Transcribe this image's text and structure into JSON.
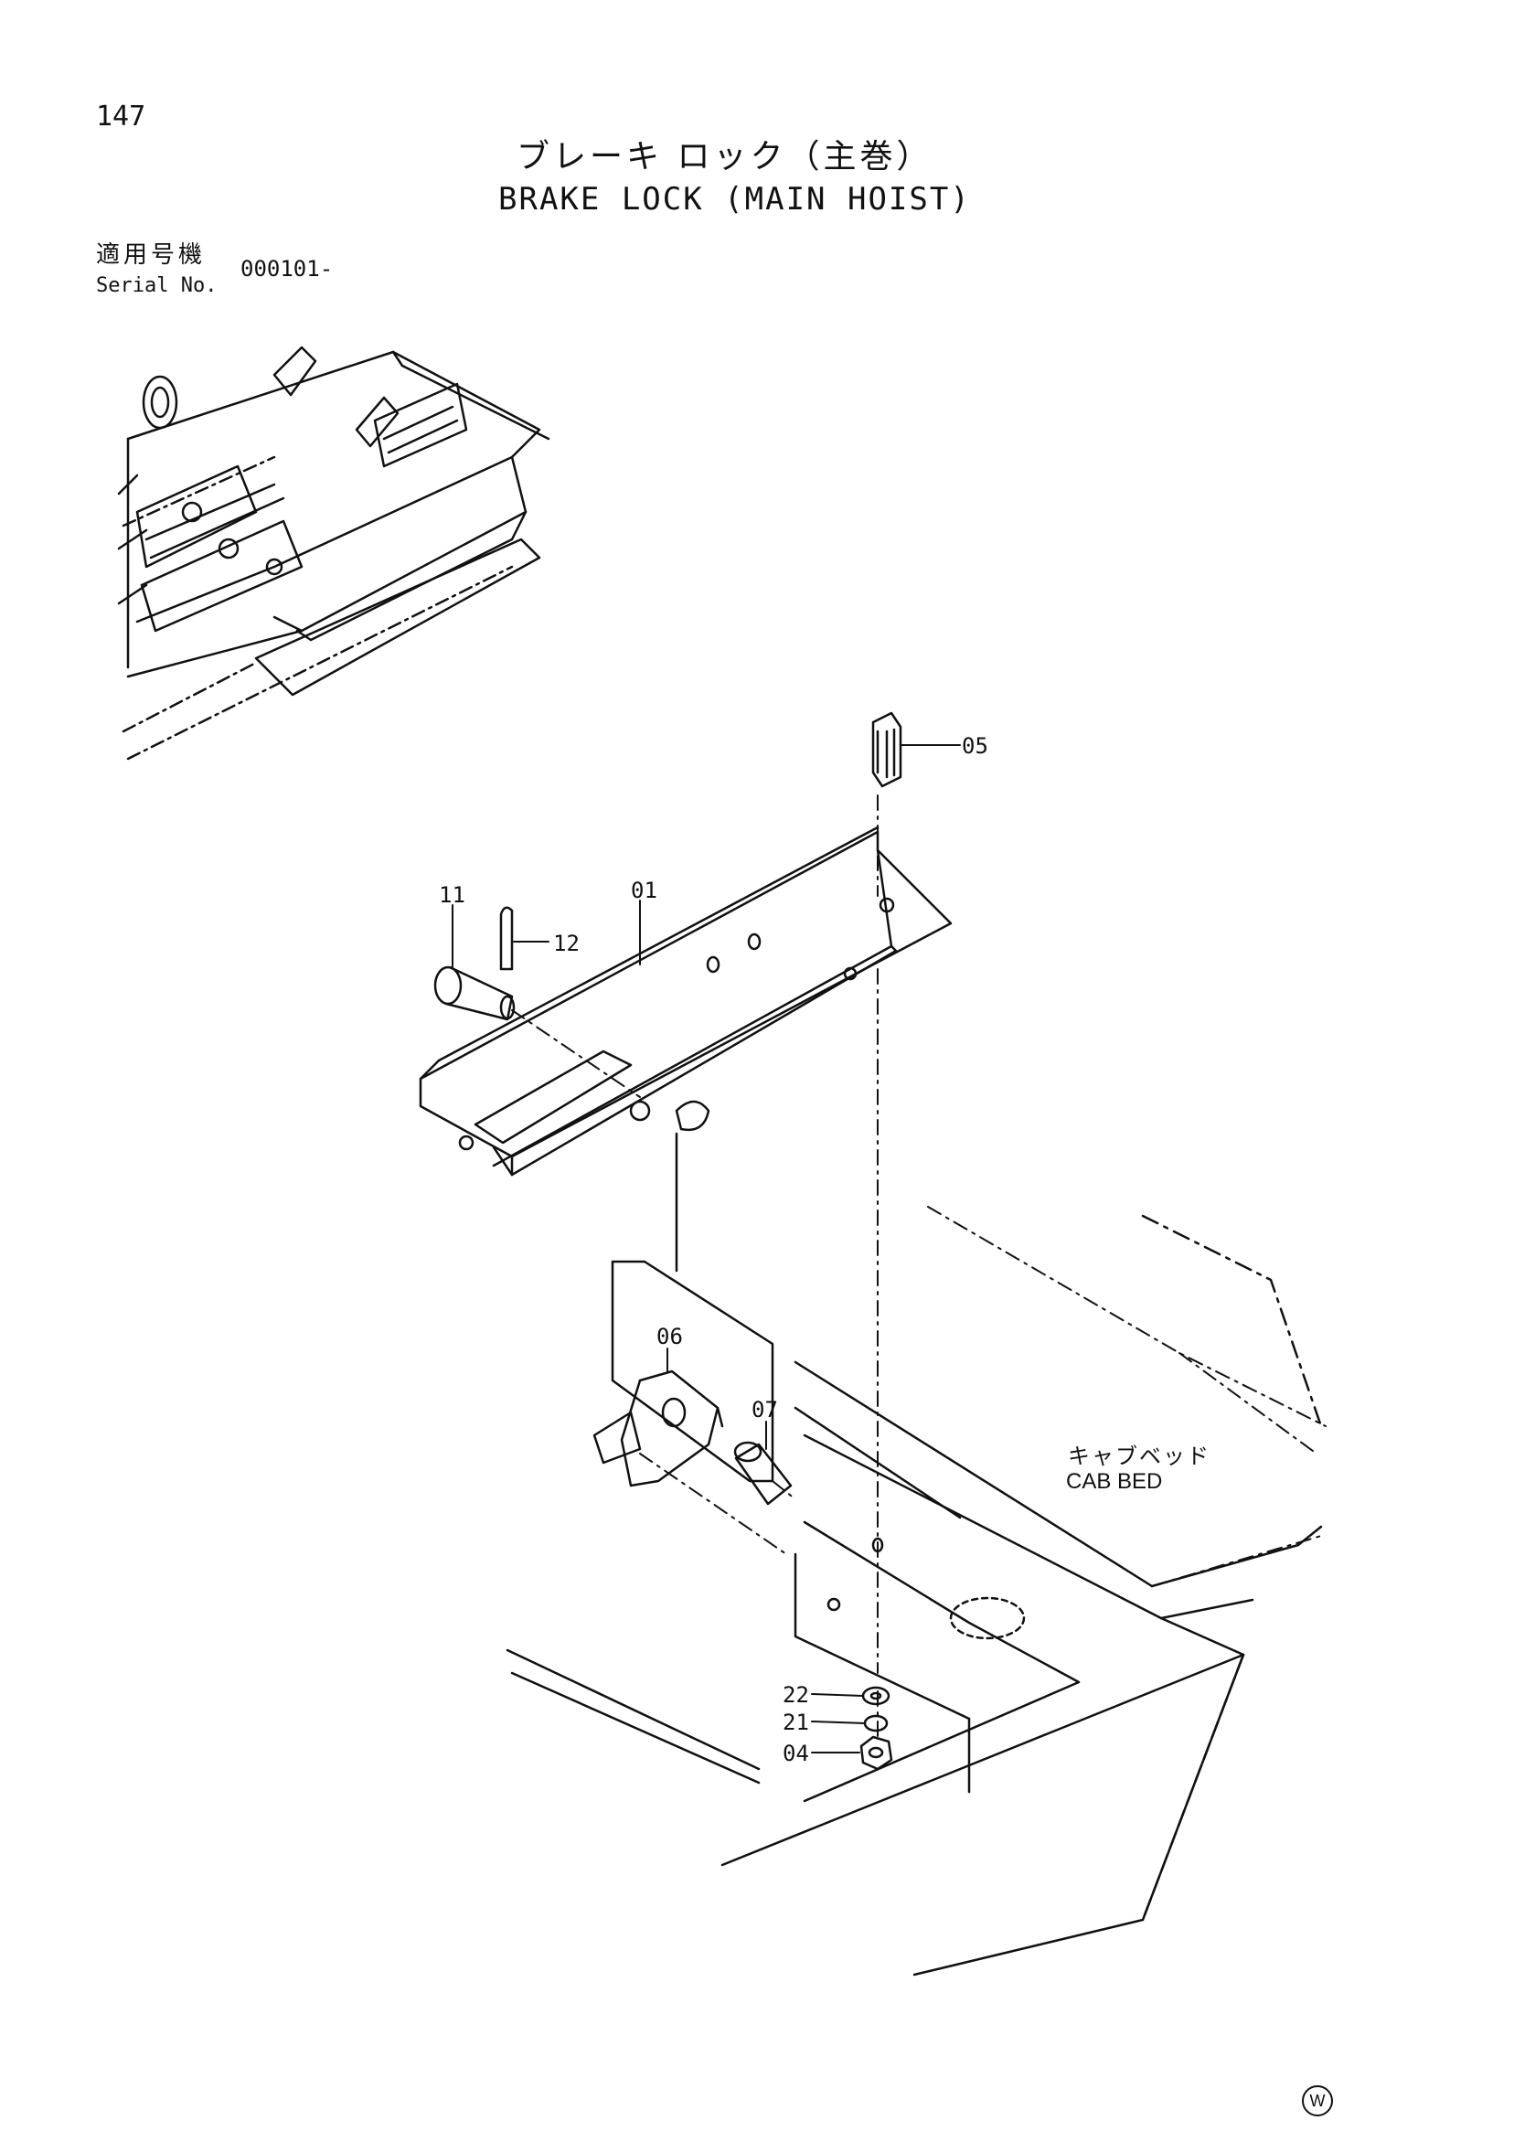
{
  "page": {
    "number": "147"
  },
  "title": {
    "japanese": "ブレーキ ロック（主巻）",
    "english": "BRAKE LOCK (MAIN HOIST)"
  },
  "serial": {
    "label_ja": "適用号機",
    "label_en": "Serial No.",
    "value": "000101-"
  },
  "labels": {
    "cab_bed_ja": "キャブベッド",
    "cab_bed_en": "CAB BED"
  },
  "parts": {
    "p01": "01",
    "p04": "04",
    "p05": "05",
    "p06": "06",
    "p07": "07",
    "p11": "11",
    "p12": "12",
    "p21": "21",
    "p22": "22"
  },
  "mark": "W",
  "colors": {
    "ink": "#111111",
    "paper": "#ffffff"
  }
}
